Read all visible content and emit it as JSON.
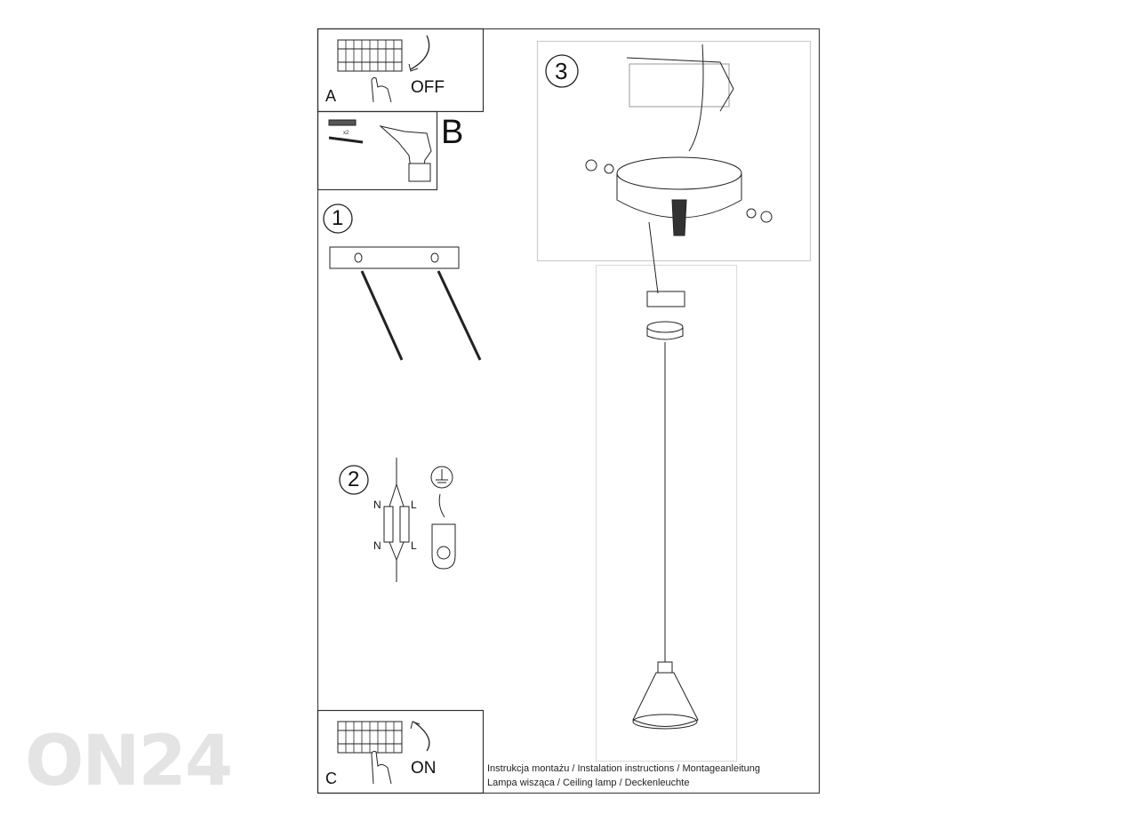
{
  "panels": {
    "a": {
      "letter": "A",
      "action": "OFF"
    },
    "b": {
      "letter": "B",
      "quantity": "x2"
    },
    "c": {
      "letter": "C",
      "action": "ON"
    }
  },
  "steps": {
    "step1": "1",
    "step2": "2",
    "step3": "3"
  },
  "wiring": {
    "neutral": "N",
    "live": "L"
  },
  "caption": {
    "line1": "Instrukcja montażu / Instalation instructions / Montageanleitung",
    "line2": "Lampa wisząca / Ceiling lamp / Deckenleuchte"
  },
  "watermark": "ON24"
}
